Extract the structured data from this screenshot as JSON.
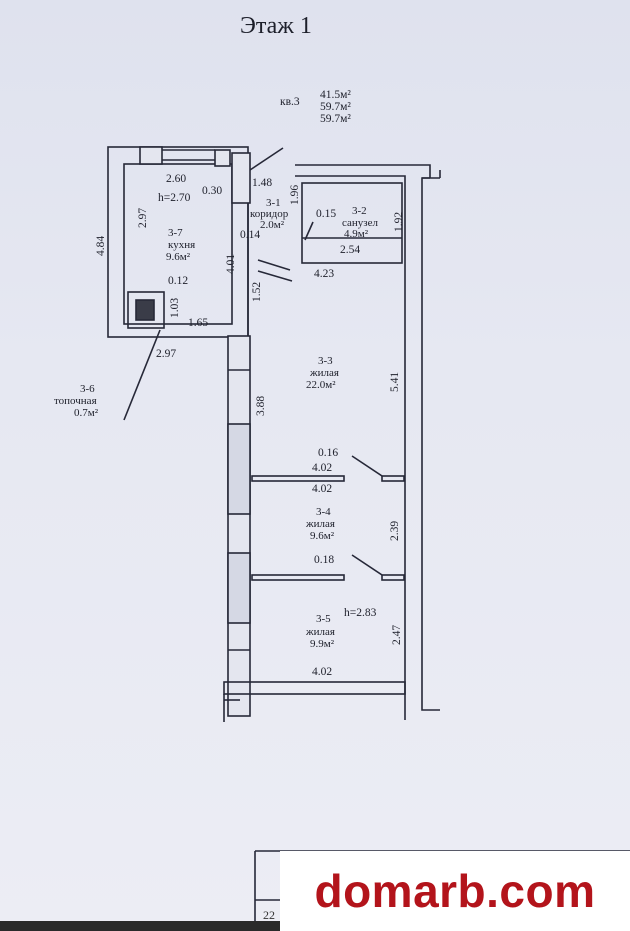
{
  "title": "Этаж 1",
  "apartment": {
    "label": "кв.3",
    "areas": [
      "41.5м²",
      "59.7м²",
      "59.7м²"
    ]
  },
  "rooms": {
    "r31": {
      "num": "3-1",
      "name": "коридор",
      "area": "2.0м²"
    },
    "r32": {
      "num": "3-2",
      "name": "санузел",
      "area": "4.9м²"
    },
    "r33": {
      "num": "3-3",
      "name": "жилая",
      "area": "22.0м²"
    },
    "r34": {
      "num": "3-4",
      "name": "жилая",
      "area": "9.6м²"
    },
    "r35": {
      "num": "3-5",
      "name": "жилая",
      "area": "9.9м²"
    },
    "r36": {
      "num": "3-6",
      "name": "топочная",
      "area": "0.7м²"
    },
    "r37": {
      "num": "3-7",
      "name": "кухня",
      "area": "9.6м²"
    }
  },
  "heights": {
    "kitchen": "h=2.70",
    "room35": "h=2.83"
  },
  "dims": {
    "d260": "2.60",
    "d030": "0.30",
    "d148": "1.48",
    "d196": "1.96",
    "d015": "0.15",
    "d192": "1.92",
    "d297a": "2.97",
    "d484": "4.84",
    "d014": "0.14",
    "d254": "2.54",
    "d401": "4.01",
    "d423": "4.23",
    "d012": "0.12",
    "d152": "1.52",
    "d103": "1.03",
    "d165": "1.65",
    "d297b": "2.97",
    "d541": "5.41",
    "d388": "3.88",
    "d016": "0.16",
    "d402a": "4.02",
    "d402b": "4.02",
    "d239": "2.39",
    "d018": "0.18",
    "d247": "2.47",
    "d402c": "4.02"
  },
  "footer_corner": "22",
  "watermark": "domarb.com"
}
